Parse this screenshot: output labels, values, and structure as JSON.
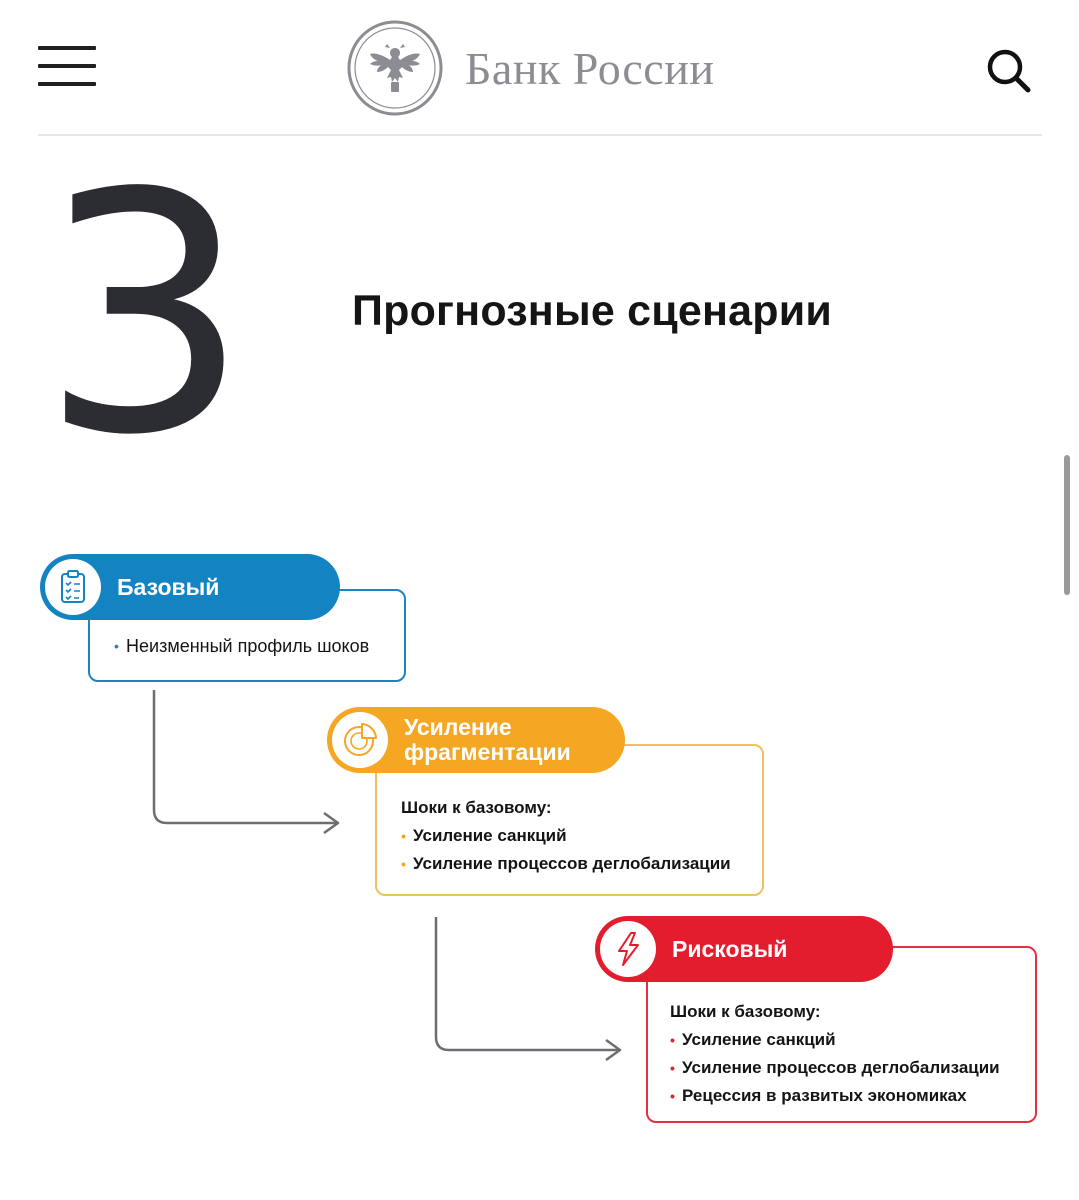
{
  "header": {
    "brand": "Банк России",
    "menu_icon": "hamburger-menu-icon",
    "search_icon": "search-icon",
    "logo_icon": "double-headed-eagle-emblem"
  },
  "section": {
    "number": "3",
    "title": "Прогнозные сценарии"
  },
  "scenarios": [
    {
      "label": "Базовый",
      "icon": "clipboard-checklist-icon",
      "color": "#1483c2",
      "items": [
        "Неизменный профиль шоков"
      ]
    },
    {
      "label_lines": [
        "Усиление",
        "фрагментации"
      ],
      "icon": "pie-chart-icon",
      "color": "#f5a623",
      "shocks_title": "Шоки к базовому:",
      "items": [
        "Усиление санкций",
        "Усиление процессов деглобализации"
      ]
    },
    {
      "label": "Рисковый",
      "icon": "lightning-bolt-icon",
      "color": "#e31d2e",
      "shocks_title": "Шоки к базовому:",
      "items": [
        "Усиление санкций",
        "Усиление процессов деглобализации",
        "Рецессия в развитых экономиках"
      ]
    }
  ]
}
